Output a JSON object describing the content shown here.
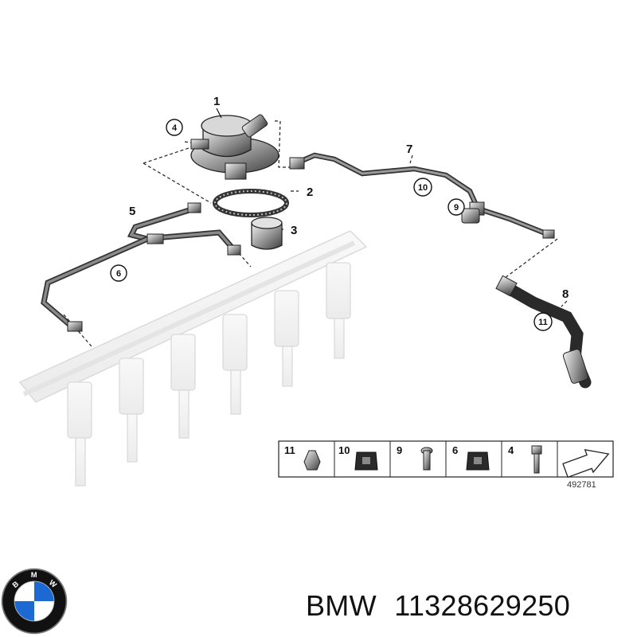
{
  "callouts": {
    "c1": "1",
    "c2": "2",
    "c3": "3",
    "c4": "4",
    "c5": "5",
    "c6": "6",
    "c7": "7",
    "c8": "8",
    "c9": "9",
    "c10": "10",
    "c11": "11"
  },
  "legend": {
    "items": [
      "11",
      "10",
      "9",
      "6",
      "4"
    ]
  },
  "diagram_ref": "492781",
  "caption": {
    "brand": "BMW",
    "part_number": "11328629250"
  },
  "logo": {
    "letters": "BMW",
    "colors": {
      "blue": "#1c69d4",
      "white": "#ffffff",
      "ring": "#111111"
    }
  }
}
